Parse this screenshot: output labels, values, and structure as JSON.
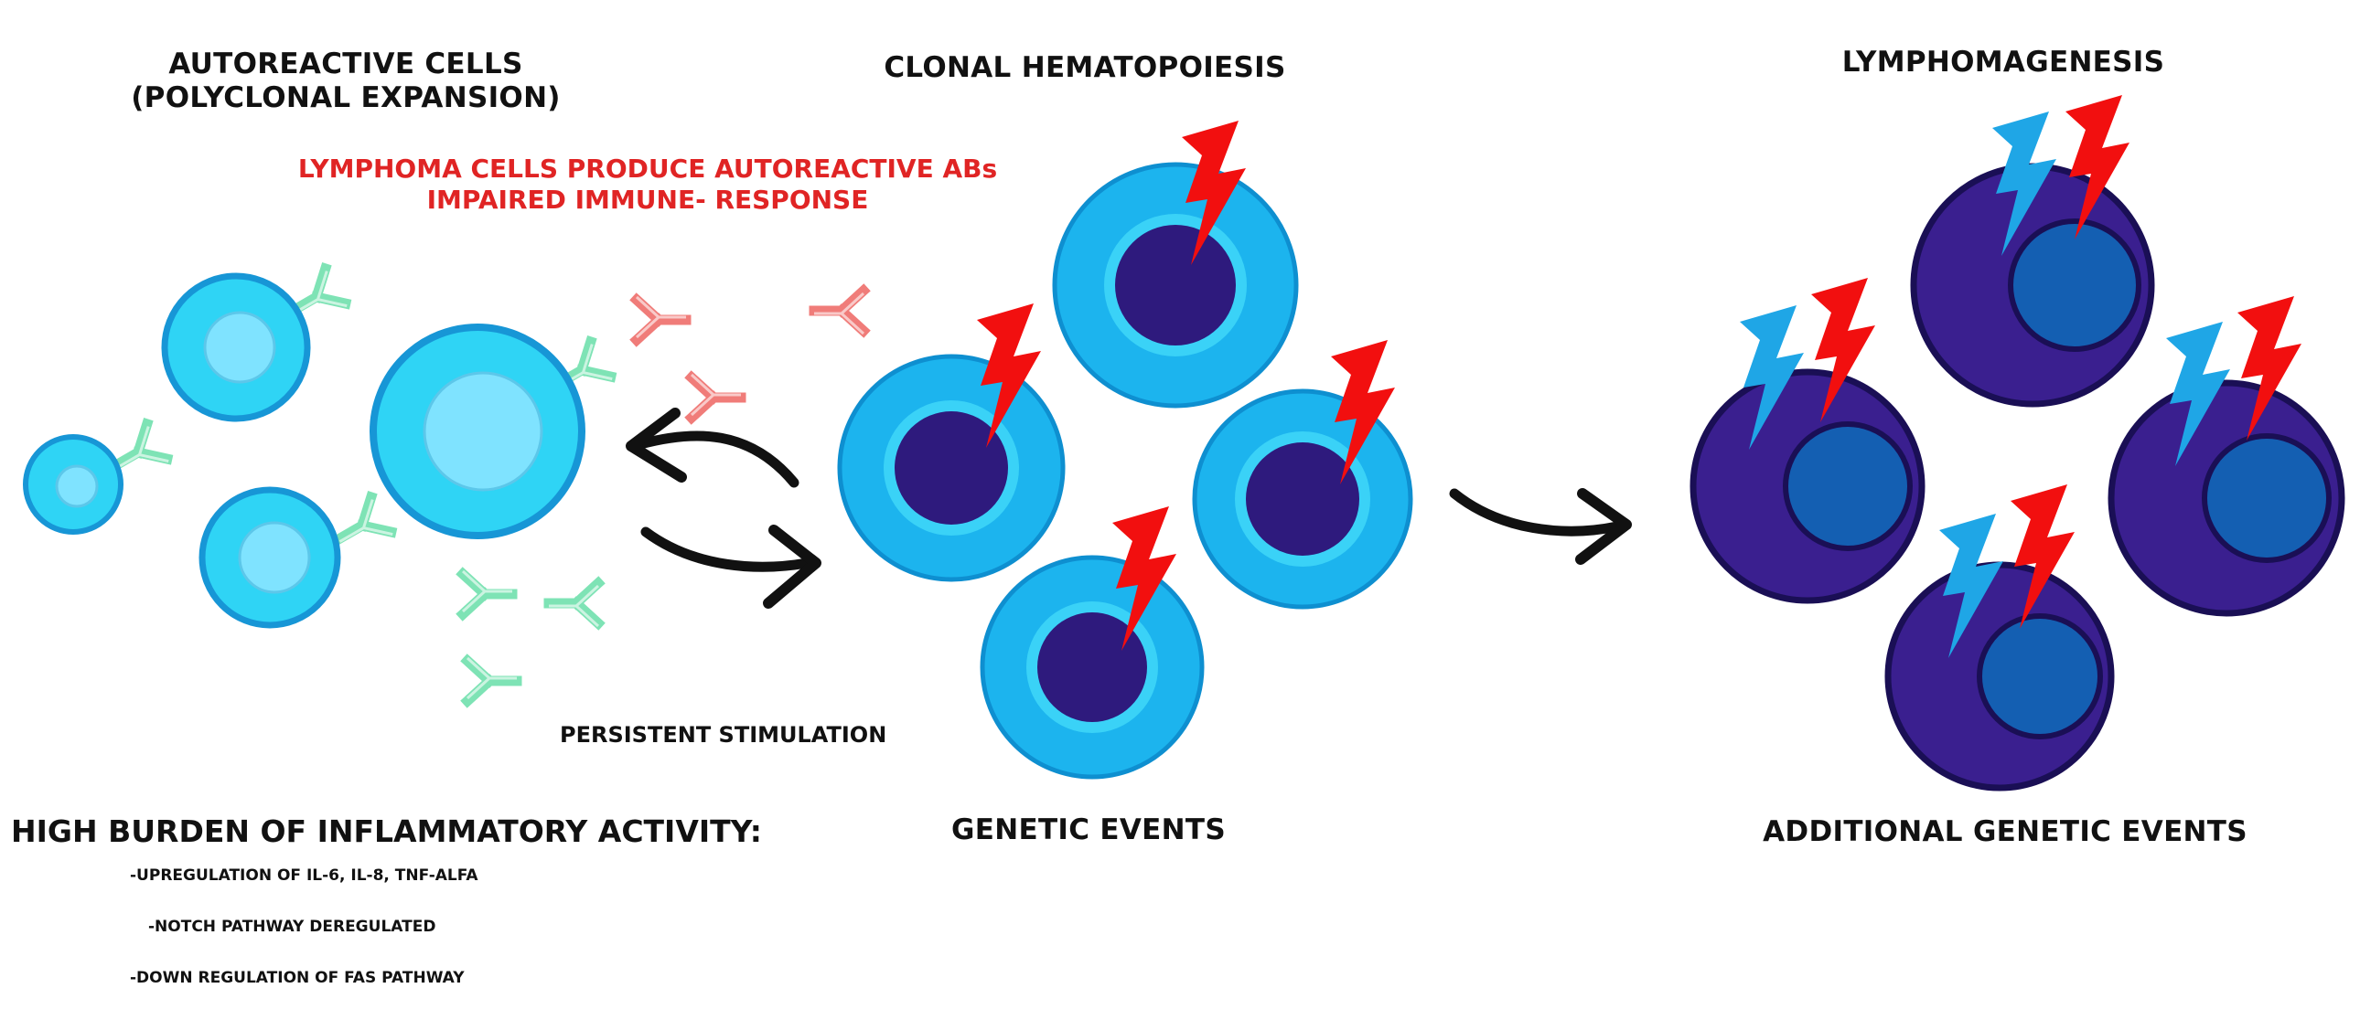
{
  "colors": {
    "cell_light_fill": "#2fd4f5",
    "cell_light_stroke": "#1796d6",
    "cell_light_nucleus": "#7fe3ff",
    "clonal_outer": "#1cb4ee",
    "clonal_ring": "#3ad2f7",
    "clonal_nucleus": "#2e1a7d",
    "lymphoma_outer": "#3a1f8f",
    "lymphoma_stroke": "#1a0f55",
    "lymphoma_nucleus": "#145fb2",
    "antibody_green": "#7ee3b5",
    "antibody_red": "#f07c79",
    "lightning_red": "#f20f0f",
    "lightning_blue": "#1fa6e6",
    "arrow": "#111111",
    "red_text": "#e02424"
  },
  "labels": {
    "autoreactive_line1": "AUTOREACTIVE CELLS",
    "autoreactive_line2": "(POLYCLONAL EXPANSION)",
    "clonal_hematopoiesis": "CLONAL HEMATOPOIESIS",
    "lymphomagenesis": "LYMPHOMAGENESIS",
    "red_line1": "LYMPHOMA CELLS PRODUCE AUTOREACTIVE ABs",
    "red_line2": "IMPAIRED IMMUNE- RESPONSE",
    "persistent_stimulation": "PERSISTENT STIMULATION",
    "genetic_events": "GENETIC EVENTS",
    "additional_genetic_events": "ADDITIONAL GENETIC EVENTS",
    "high_burden": "HIGH BURDEN OF INFLAMMATORY ACTIVITY:",
    "bullet1": "-UPREGULATION OF IL-6, IL-8, TNF-ALFA",
    "bullet2": "-NOTCH  PATHWAY DEREGULATED",
    "bullet3": "-DOWN REGULATION OF FAS PATHWAY"
  },
  "icons": {
    "lightning": "lightning-bolt-icon",
    "antibody": "antibody-icon",
    "arrow": "curved-arrow-icon"
  }
}
